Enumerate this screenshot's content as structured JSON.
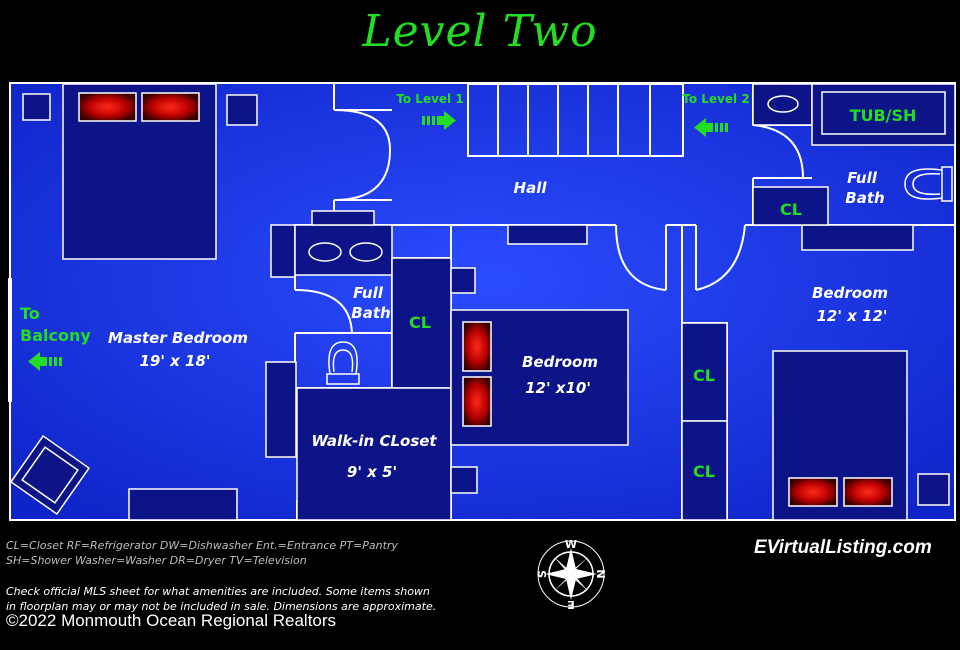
{
  "title": "Level Two",
  "rooms": {
    "master_bedroom": {
      "name": "Master Bedroom",
      "size": "19' x 18'"
    },
    "bedroom_center": {
      "name": "Bedroom",
      "size": "12' x10'"
    },
    "bedroom_right": {
      "name": "Bedroom",
      "size": "12' x 12'"
    },
    "walk_in_closet": {
      "name": "Walk-in CLoset",
      "size": "9' x 5'"
    },
    "hall": "Hall",
    "full_bath_left": [
      "Full",
      "Bath"
    ],
    "full_bath_right": [
      "Full",
      "Bath"
    ]
  },
  "labels": {
    "closet": "CL",
    "tub_shower": "TUB/SH",
    "to_level_1": "To Level 1",
    "to_level_2": "To Level 2",
    "to_balcony": [
      "To",
      "Balcony"
    ]
  },
  "compass": {
    "n": "N",
    "e": "E",
    "s": "S",
    "w": "W"
  },
  "legend": [
    "CL=Closet RF=Refrigerator  DW=Dishwasher  Ent.=Entrance  PT=Pantry",
    "SH=Shower Washer=Washer DR=Dryer TV=Television"
  ],
  "disclaimer": [
    "Check official MLS sheet for what amenities are included. Some items shown",
    "in floorplan may or may not be included in sale. Dimensions are approximate."
  ],
  "copyright": "©2022 Monmouth Ocean Regional Realtors",
  "website": "EVirtualListing.com",
  "colors": {
    "background": "#000000",
    "floor_light": "#1f3ff0",
    "floor_dark": "#0c1488",
    "wall": "#ffffff",
    "accent_green": "#22dd22",
    "pillow_red": "#cc0000"
  }
}
